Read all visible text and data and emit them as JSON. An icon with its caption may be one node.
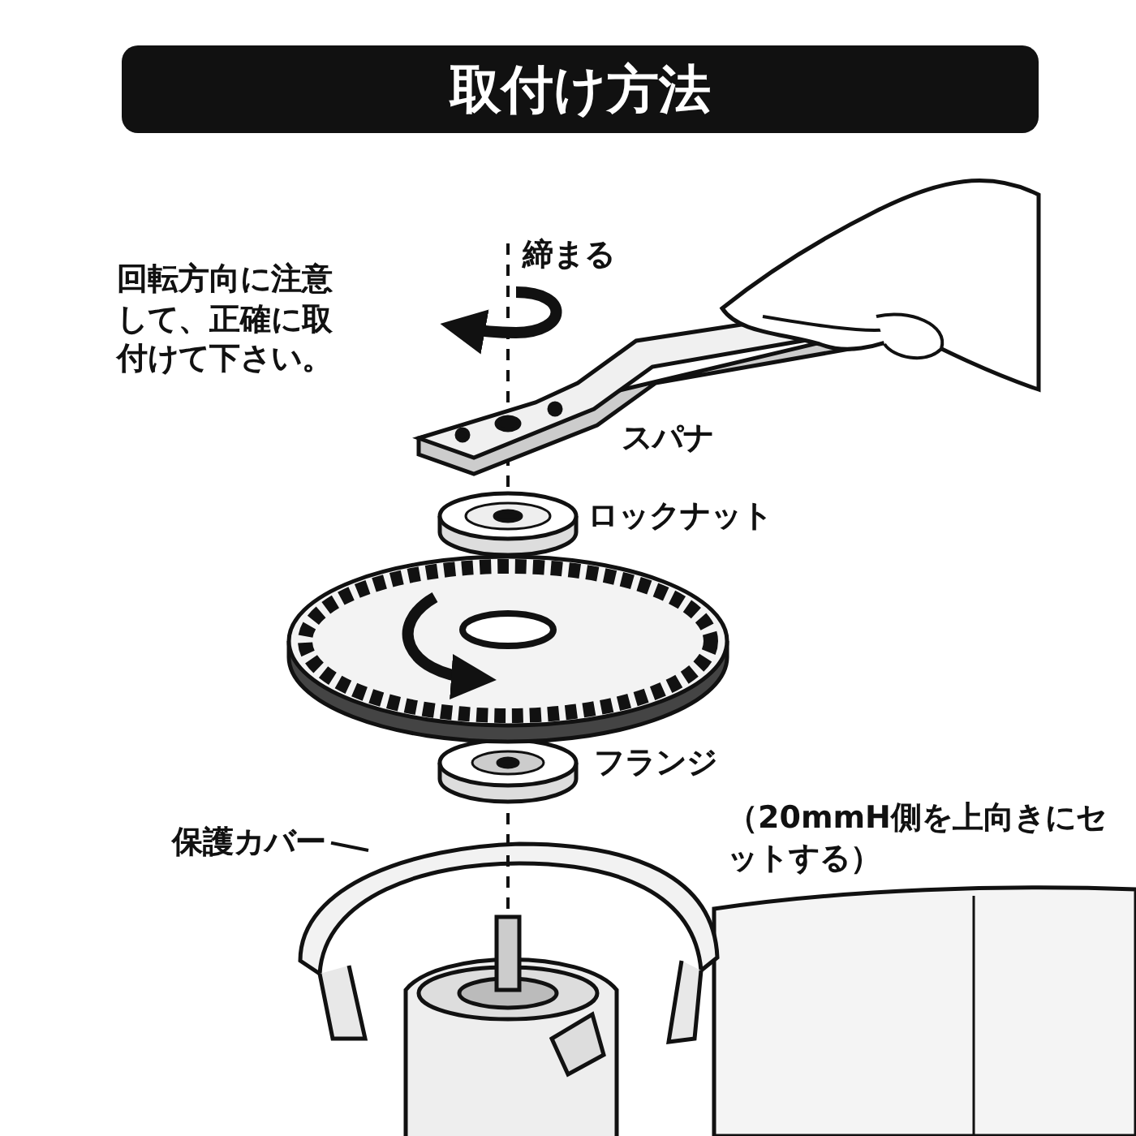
{
  "diagram": {
    "title": "取付け方法",
    "nodes": [
      {
        "text": [
          "保護カバー"
        ]
      },
      {
        "text": [],
        "shape": "picture"
      }
    ],
    "edges": [
      {
        "from": 0,
        "to": 1,
        "arrow": "none"
      }
    ],
    "labels": [
      "締まる",
      "回転方向に注意して、正確に取付けて下さい。",
      "スパナ",
      "ロックナット",
      "フランジ",
      "（20mmH側を上向きにセットする）"
    ]
  }
}
